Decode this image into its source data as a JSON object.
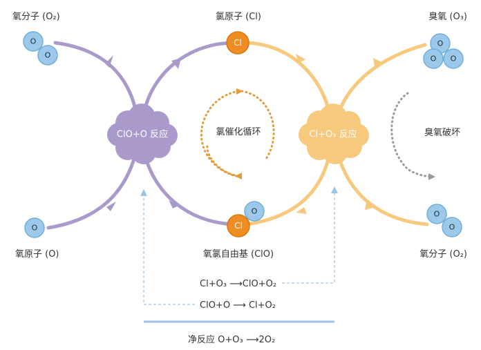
{
  "labels": {
    "o2_top_left": "氧分子 (O₂)",
    "cl_atom": "氯原子 (Cl)",
    "ozone": "臭氧 (O₃)",
    "o_atom": "氧原子 (O)",
    "clo_radical": "氧氯自由基 (ClO)",
    "o2_bottom_right": "氧分子 (O₂)",
    "catalytic_cycle": "氯催化循环",
    "ozone_destruction": "臭氧破坏"
  },
  "clouds": {
    "left": "ClO+O 反应",
    "right": "Cl+O₃ 反应"
  },
  "atoms": {
    "o": "O",
    "cl": "Cl"
  },
  "equations": {
    "eq1": "Cl+O₃ ⟶ClO+O₂",
    "eq2": "ClO+O ⟶ Cl+O₂",
    "net": "净反应 O+O₃ ⟶2O₂"
  },
  "colors": {
    "purple": "#a99acb",
    "orange": "#f7c97d",
    "oxygen": "#9cc9ea",
    "chlorine": "#ef8c22",
    "dashed": "#9dc3e4"
  }
}
